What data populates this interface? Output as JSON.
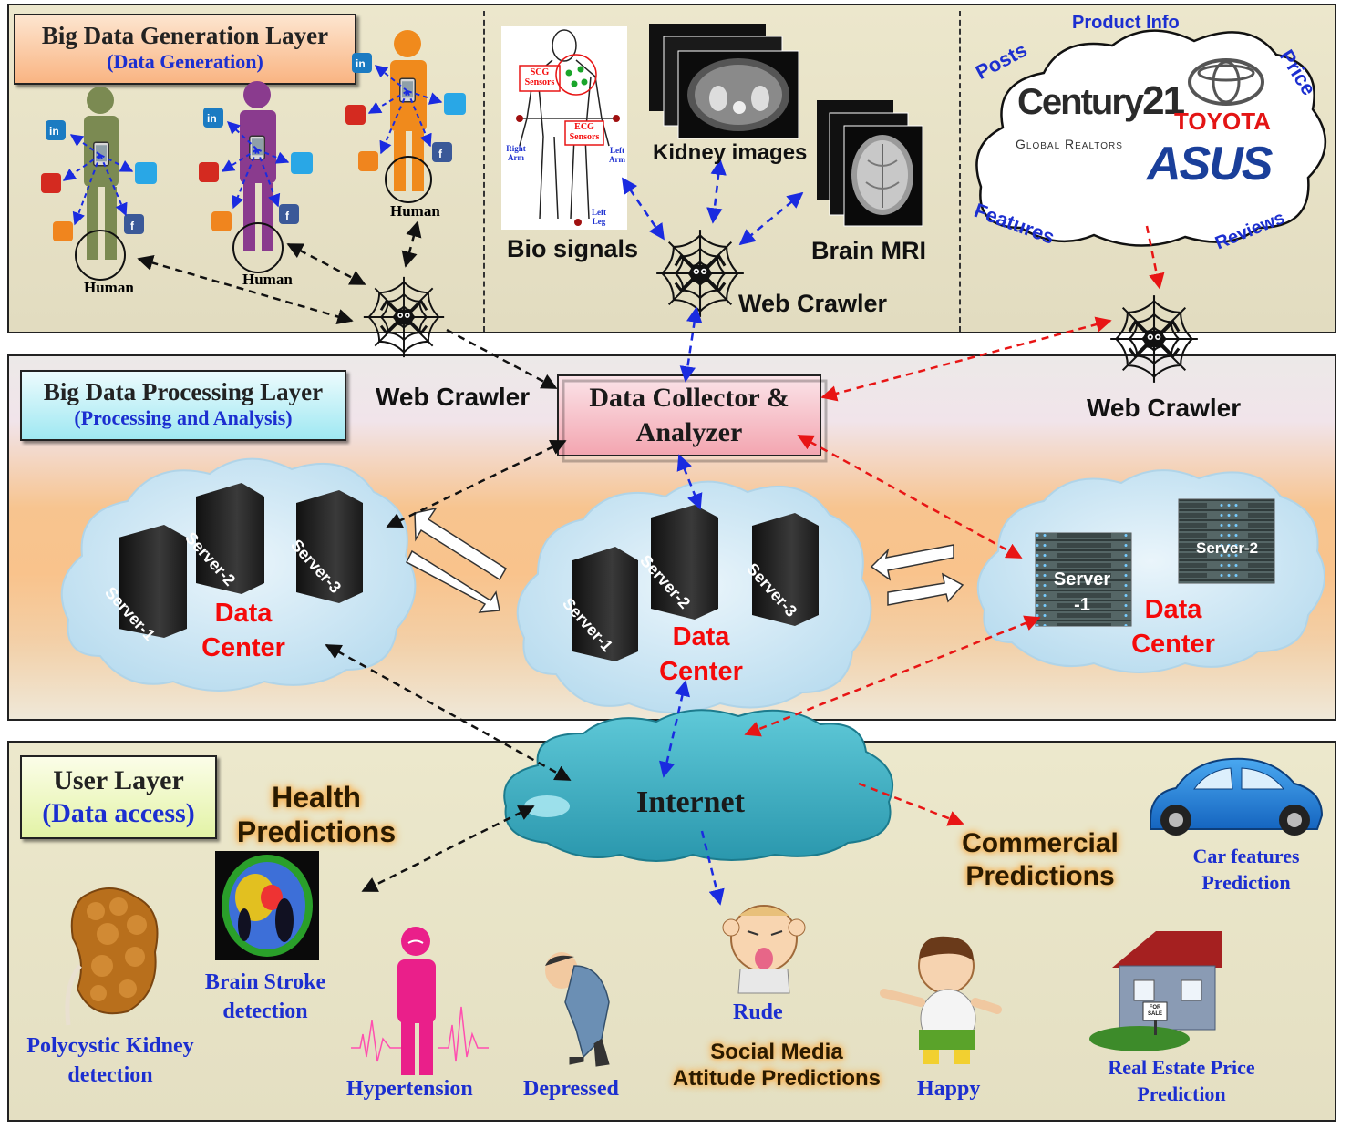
{
  "generation_layer": {
    "title": "Big Data Generation  Layer",
    "subtitle": "(Data Generation)",
    "human_label": "Human",
    "bio": {
      "scg_label": "SCG Sensors",
      "ecg_label": "ECG Sensors",
      "right_arm": "Right Arm",
      "left_arm": "Left Arm",
      "left_leg": "Left Leg",
      "caption": "Bio signals"
    },
    "kidney_caption": "Kidney images",
    "brain_caption": "Brain MRI",
    "web_crawler": "Web Crawler",
    "commerce": {
      "product_info": "Product Info",
      "posts": "Posts",
      "price": "Price",
      "features": "Features",
      "reviews": "Reviews",
      "century21_top": "Century",
      "century21_num": "21",
      "century21_sub": "Global Realtors",
      "toyota": "TOYOTA",
      "asus": "ASUS"
    }
  },
  "processing_layer": {
    "title": "Big Data Processing  Layer",
    "subtitle": "(Processing and Analysis)",
    "collector": "Data Collector & Analyzer",
    "web_crawler_left": "Web Crawler",
    "web_crawler_right": "Web Crawler",
    "data_center": "Data Center",
    "server1": "Server-1",
    "server2": "Server-2",
    "server3": "Server-3",
    "rack_server1": "Server -1",
    "rack_server2": "Server-2"
  },
  "user_layer": {
    "title": "User Layer",
    "subtitle": "(Data access)",
    "internet": "Internet",
    "health_predictions": "Health Predictions",
    "commercial_predictions": "Commercial Predictions",
    "social_media": "Social Media Attitude Predictions",
    "items": {
      "kidney": "Polycystic Kidney detection",
      "brain_stroke": "Brain Stroke detection",
      "hypertension": "Hypertension",
      "depressed": "Depressed",
      "rude": "Rude",
      "happy": "Happy",
      "real_estate": "Real Estate Price Prediction",
      "car": "Car features Prediction",
      "for_sale": "FOR SALE"
    }
  },
  "colors": {
    "blue_text": "#1c2fd0",
    "red_text": "#f50a0a",
    "blue_arrow": "#1a2be0",
    "red_arrow": "#e81515",
    "black_arrow": "#111111"
  }
}
